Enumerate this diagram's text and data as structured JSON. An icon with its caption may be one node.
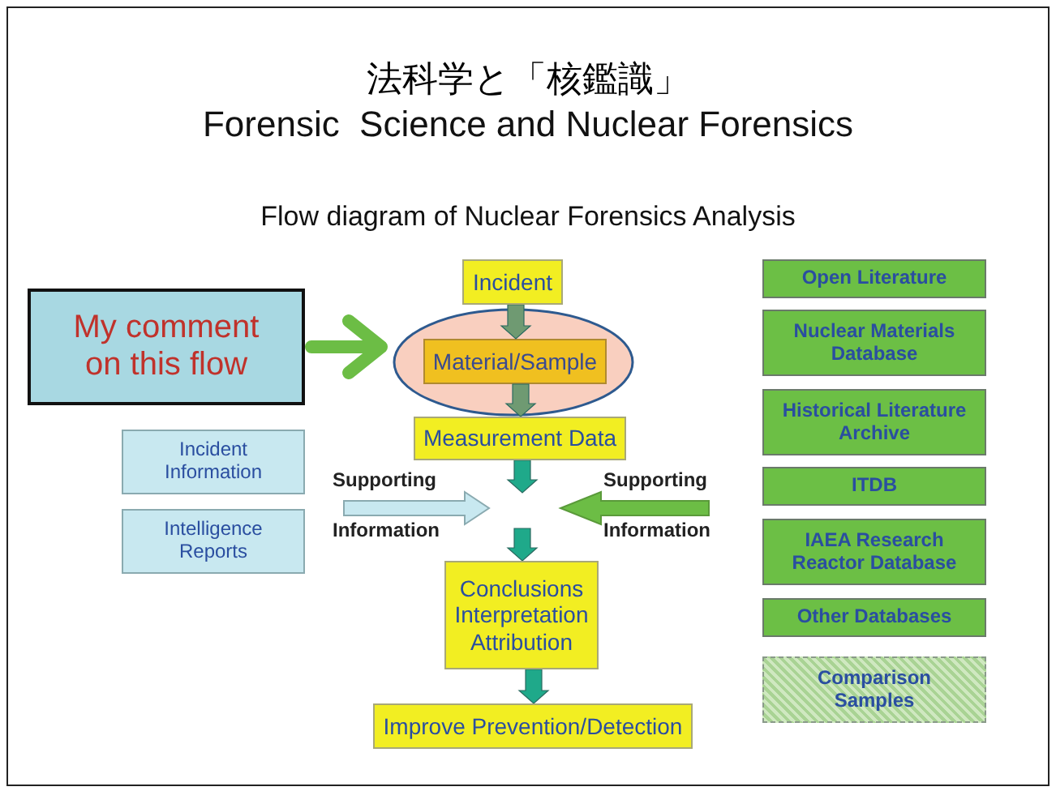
{
  "diagram": {
    "title": "法科学と「核鑑識」",
    "nodes": [
      {
        "text": [
          "My comment on this flow"
        ]
      },
      {
        "text": [
          "Incident"
        ]
      },
      {
        "text": [],
        "shape": "ellipse"
      },
      {
        "text": [
          "Material/Sample"
        ],
        "in": 2
      },
      {
        "text": [
          "Incident Information"
        ]
      },
      {
        "text": [
          "Measurement Data"
        ]
      },
      {
        "text": [
          "Intelligence Reports"
        ]
      },
      {
        "text": [
          "Conclusions Interpretation Attribution"
        ]
      },
      {
        "text": [
          "Improve Prevention/Detection"
        ]
      },
      {
        "text": [
          "Open Literature"
        ]
      },
      {
        "text": [
          "Nuclear Materials Database"
        ]
      },
      {
        "text": [
          "Historical Literature Archive"
        ]
      },
      {
        "text": [
          "ITDB"
        ]
      },
      {
        "text": [
          "IAEA Research Reactor Database"
        ]
      },
      {
        "text": [
          "Other Databases"
        ]
      },
      {
        "text": [
          "Comparison Samples"
        ]
      }
    ],
    "edges": [
      {
        "from": 0,
        "to": 2,
        "arrow": "to",
        "color": "#6cbd45"
      },
      {
        "from": 1,
        "to": 3,
        "arrow": "to",
        "color": "#6f9a72"
      },
      {
        "from": 3,
        "to": 5,
        "arrow": "to",
        "color": "#6f9a72"
      },
      {
        "from": 5,
        "to": 7,
        "arrow": "to"
      },
      {
        "from": 7,
        "to": 8,
        "arrow": "to"
      },
      {
        "from": null,
        "to": 7,
        "arrow": "to",
        "color": "#c8e8f0"
      },
      {
        "from": null,
        "to": 7,
        "arrow": "to",
        "color": "#6cbd45"
      }
    ],
    "labels": [
      "Forensic  Science and Nuclear Forensics",
      "Flow diagram of Nuclear Forensics Analysis",
      "Supporting",
      "Supporting",
      "Information",
      "Information"
    ]
  }
}
